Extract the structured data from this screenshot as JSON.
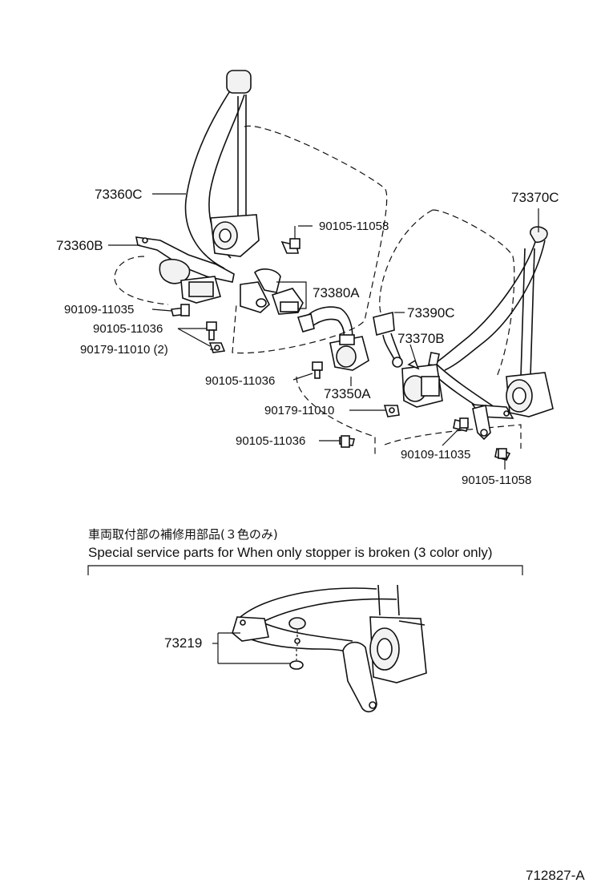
{
  "labels": {
    "p73360C": "73360C",
    "p73360B": "73360B",
    "p90105_11058_top": "90105-11058",
    "p73380A": "73380A",
    "p90109_11035_left": "90109-11035",
    "p90105_11036_left": "90105-11036",
    "p90179_11010_left": "90179-11010 (2)",
    "p90105_11036_mid": "90105-11036",
    "p73350A": "73350A",
    "p90179_11010_mid": "90179-11010",
    "p90105_11036_low": "90105-11036",
    "p73370C": "73370C",
    "p73390C": "73390C",
    "p73370B": "73370B",
    "p90109_11035_right": "90109-11035",
    "p90105_11058_right": "90105-11058",
    "p73219": "73219"
  },
  "notes": {
    "japanese": "車両取付部の補修用部品(３色のみ)",
    "english": "Special service parts for When only stopper is broken (3 color only)"
  },
  "figure_id": "712827-A"
}
